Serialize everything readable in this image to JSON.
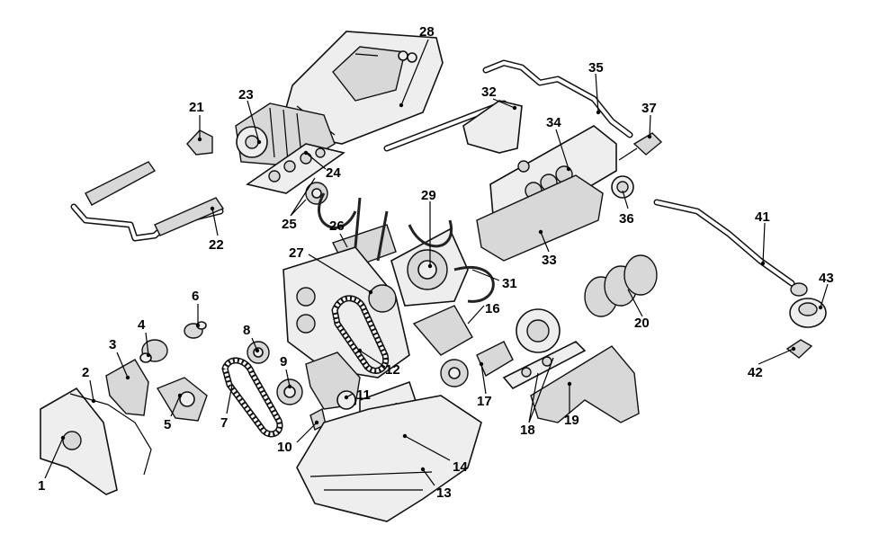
{
  "diagram": {
    "callouts": [
      {
        "id": "1",
        "label": "1"
      },
      {
        "id": "2",
        "label": "2"
      },
      {
        "id": "3",
        "label": "3"
      },
      {
        "id": "4",
        "label": "4"
      },
      {
        "id": "5",
        "label": "5"
      },
      {
        "id": "6",
        "label": "6"
      },
      {
        "id": "7",
        "label": "7"
      },
      {
        "id": "8",
        "label": "8"
      },
      {
        "id": "9",
        "label": "9"
      },
      {
        "id": "10",
        "label": "10"
      },
      {
        "id": "11",
        "label": "11"
      },
      {
        "id": "12",
        "label": "12"
      },
      {
        "id": "13",
        "label": "13"
      },
      {
        "id": "14",
        "label": "14"
      },
      {
        "id": "16",
        "label": "16"
      },
      {
        "id": "17",
        "label": "17"
      },
      {
        "id": "18",
        "label": "18"
      },
      {
        "id": "19",
        "label": "19"
      },
      {
        "id": "20",
        "label": "20"
      },
      {
        "id": "21",
        "label": "21"
      },
      {
        "id": "22",
        "label": "22"
      },
      {
        "id": "23",
        "label": "23"
      },
      {
        "id": "24",
        "label": "24"
      },
      {
        "id": "25",
        "label": "25"
      },
      {
        "id": "26",
        "label": "26"
      },
      {
        "id": "27",
        "label": "27"
      },
      {
        "id": "28",
        "label": "28"
      },
      {
        "id": "29",
        "label": "29"
      },
      {
        "id": "31",
        "label": "31"
      },
      {
        "id": "32",
        "label": "32"
      },
      {
        "id": "33",
        "label": "33"
      },
      {
        "id": "34",
        "label": "34"
      },
      {
        "id": "35",
        "label": "35"
      },
      {
        "id": "36",
        "label": "36"
      },
      {
        "id": "37",
        "label": "37"
      },
      {
        "id": "41",
        "label": "41"
      },
      {
        "id": "42",
        "label": "42"
      },
      {
        "id": "43",
        "label": "43"
      }
    ]
  }
}
